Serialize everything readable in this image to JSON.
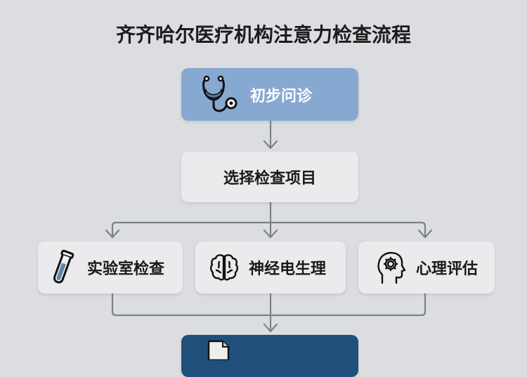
{
  "title": "齐齐哈尔医疗机构注意力检查流程",
  "nodes": {
    "initial": {
      "label": "初步问诊",
      "icon": "stethoscope-icon",
      "color": "#87a9d1"
    },
    "select": {
      "label": "选择检查项目"
    },
    "branches": [
      {
        "label": "实验室检查",
        "icon": "test-tube-icon"
      },
      {
        "label": "神经电生理",
        "icon": "brain-icon"
      },
      {
        "label": "心理评估",
        "icon": "head-gear-icon"
      }
    ],
    "final": {
      "label": "",
      "icon": "document-icon",
      "color": "#214f7c"
    }
  },
  "colors": {
    "background": "#dcdde1",
    "connector": "#7d8187",
    "box_light": "#ebebed"
  }
}
